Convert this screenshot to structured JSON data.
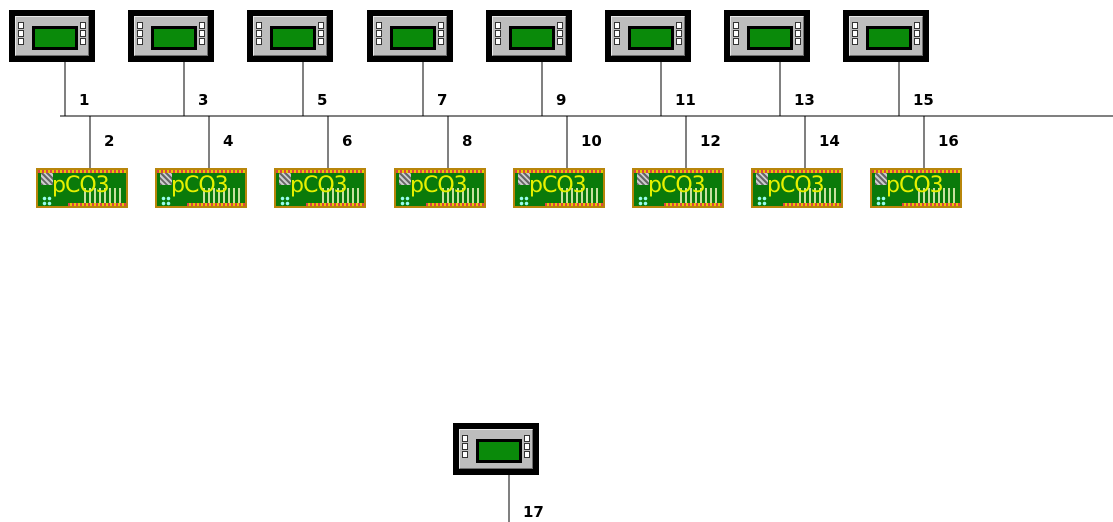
{
  "top_terminals": [
    "1",
    "3",
    "5",
    "7",
    "9",
    "11",
    "13",
    "15"
  ],
  "boards": [
    {
      "label": "2",
      "text": "pCO3"
    },
    {
      "label": "4",
      "text": "pCO3"
    },
    {
      "label": "6",
      "text": "pCO3"
    },
    {
      "label": "8",
      "text": "pCO3"
    },
    {
      "label": "10",
      "text": "pCO3"
    },
    {
      "label": "12",
      "text": "pCO3"
    },
    {
      "label": "14",
      "text": "pCO3"
    },
    {
      "label": "16",
      "text": "pCO3"
    }
  ],
  "standalone_terminal": "17",
  "colors": {
    "screen": "#0a8a0a",
    "board": "#0a7a0a",
    "board_text": "#e6f000"
  }
}
